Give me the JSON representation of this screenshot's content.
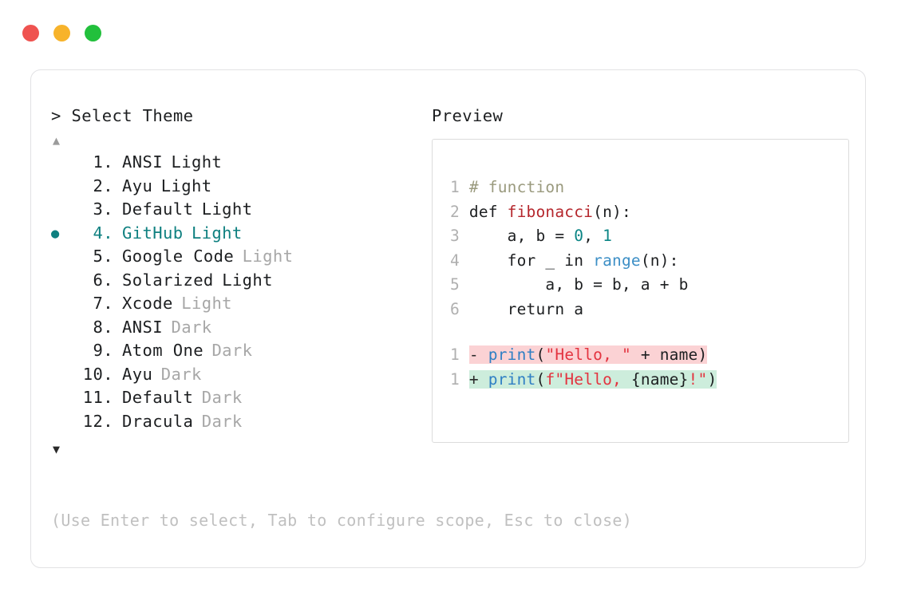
{
  "window": {
    "dots": [
      {
        "name": "close",
        "color": "#ef5350"
      },
      {
        "name": "minimize",
        "color": "#f7b32b"
      },
      {
        "name": "maximize",
        "color": "#22c03c"
      }
    ]
  },
  "theme_picker": {
    "prompt": "> Select Theme",
    "scroll_up": "▲",
    "scroll_down": "▼",
    "selected_index": 4,
    "bullet": "●",
    "items": [
      {
        "num": " 1.",
        "name": "ANSI",
        "variant": "Light",
        "variant_dim": false,
        "selected": false,
        "bullet": ""
      },
      {
        "num": " 2.",
        "name": "Ayu",
        "variant": "Light",
        "variant_dim": false,
        "selected": false,
        "bullet": ""
      },
      {
        "num": " 3.",
        "name": "Default",
        "variant": "Light",
        "variant_dim": false,
        "selected": false,
        "bullet": ""
      },
      {
        "num": " 4.",
        "name": "GitHub",
        "variant": "Light",
        "variant_dim": false,
        "selected": true,
        "bullet": "●"
      },
      {
        "num": " 5.",
        "name": "Google Code",
        "variant": "Light",
        "variant_dim": true,
        "selected": false,
        "bullet": ""
      },
      {
        "num": " 6.",
        "name": "Solarized",
        "variant": "Light",
        "variant_dim": false,
        "selected": false,
        "bullet": ""
      },
      {
        "num": " 7.",
        "name": "Xcode",
        "variant": "Light",
        "variant_dim": true,
        "selected": false,
        "bullet": ""
      },
      {
        "num": " 8.",
        "name": "ANSI",
        "variant": "Dark",
        "variant_dim": true,
        "selected": false,
        "bullet": ""
      },
      {
        "num": " 9.",
        "name": "Atom One",
        "variant": "Dark",
        "variant_dim": true,
        "selected": false,
        "bullet": ""
      },
      {
        "num": "10.",
        "name": "Ayu",
        "variant": "Dark",
        "variant_dim": true,
        "selected": false,
        "bullet": ""
      },
      {
        "num": "11.",
        "name": "Default",
        "variant": "Dark",
        "variant_dim": true,
        "selected": false,
        "bullet": ""
      },
      {
        "num": "12.",
        "name": "Dracula",
        "variant": "Dark",
        "variant_dim": true,
        "selected": false,
        "bullet": ""
      }
    ],
    "hint": "(Use Enter to select, Tab to configure scope, Esc to close)"
  },
  "preview": {
    "title": "Preview",
    "code_lines": [
      {
        "ln": "1",
        "tokens": [
          {
            "t": "# function",
            "c": "tok-comment"
          }
        ]
      },
      {
        "ln": "2",
        "tokens": [
          {
            "t": "def ",
            "c": "tok-keyword"
          },
          {
            "t": "fibonacci",
            "c": "tok-func"
          },
          {
            "t": "(n):",
            "c": "tok-plain"
          }
        ]
      },
      {
        "ln": "3",
        "tokens": [
          {
            "t": "    a, b = ",
            "c": "tok-plain"
          },
          {
            "t": "0",
            "c": "tok-num"
          },
          {
            "t": ", ",
            "c": "tok-plain"
          },
          {
            "t": "1",
            "c": "tok-num"
          }
        ]
      },
      {
        "ln": "4",
        "tokens": [
          {
            "t": "    for _ in ",
            "c": "tok-plain"
          },
          {
            "t": "range",
            "c": "tok-builtin"
          },
          {
            "t": "(n):",
            "c": "tok-plain"
          }
        ]
      },
      {
        "ln": "5",
        "tokens": [
          {
            "t": "        a, b = b, a + b",
            "c": "tok-plain"
          }
        ]
      },
      {
        "ln": "6",
        "tokens": [
          {
            "t": "    return a",
            "c": "tok-plain"
          }
        ]
      }
    ],
    "diff_lines": [
      {
        "ln": "1",
        "kind": "del",
        "mark": "-",
        "tokens": [
          {
            "t": "print",
            "c": "tok-call"
          },
          {
            "t": "(",
            "c": "tok-plain"
          },
          {
            "t": "\"Hello, \"",
            "c": "tok-str"
          },
          {
            "t": " + name)",
            "c": "tok-plain"
          }
        ]
      },
      {
        "ln": "1",
        "kind": "add",
        "mark": "+",
        "tokens": [
          {
            "t": "print",
            "c": "tok-call"
          },
          {
            "t": "(",
            "c": "tok-plain"
          },
          {
            "t": "f\"Hello, ",
            "c": "tok-str"
          },
          {
            "t": "{name}",
            "c": "tok-plain"
          },
          {
            "t": "!\"",
            "c": "tok-str"
          },
          {
            "t": ")",
            "c": "tok-plain"
          }
        ]
      }
    ]
  }
}
